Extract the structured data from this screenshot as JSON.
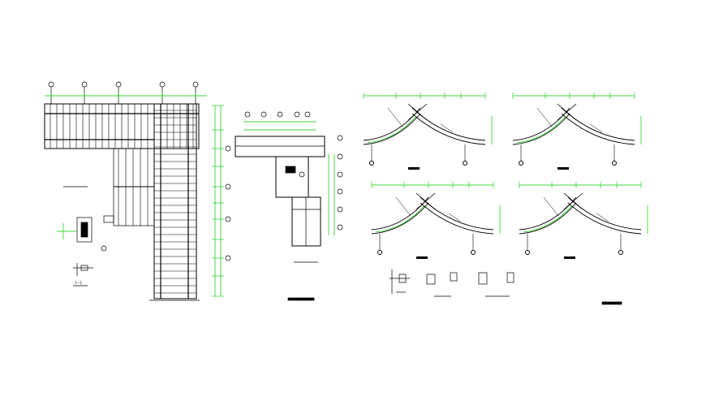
{
  "canvas": {
    "background": "#ffffff"
  },
  "colors": {
    "line": "#000000",
    "dimension": "#00cc00",
    "hatch": "#000000"
  },
  "sheets": [
    {
      "id": "plan-left",
      "title": "",
      "caption_text": ""
    },
    {
      "id": "plan-middle",
      "title": "",
      "caption_text": ""
    },
    {
      "id": "section-1",
      "title": ""
    },
    {
      "id": "section-2",
      "title": ""
    },
    {
      "id": "section-3",
      "title": ""
    },
    {
      "id": "section-4",
      "title": ""
    }
  ],
  "labels": {
    "node_a": "1—1",
    "node_b": "",
    "node_c": ""
  }
}
